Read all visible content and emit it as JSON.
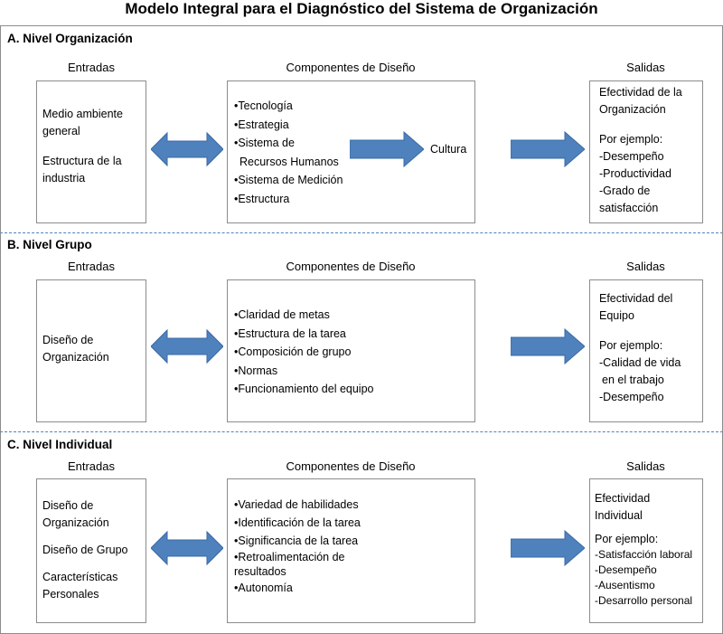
{
  "title": "Modelo Integral para el Diagnóstico  del Sistema de Organización",
  "sections": [
    {
      "title": "A. Nivel Organización",
      "inputs_header": "Entradas",
      "components_header": "Componentes de Diseño",
      "outputs_header": "Salidas",
      "inputs": [
        "Medio ambiente",
        "general",
        "",
        "Estructura de la",
        "industria"
      ],
      "components": [
        "•Tecnología",
        "•Estrategia",
        "•Sistema de",
        "  Recursos Humanos",
        "•Sistema de Medición",
        "•Estructura"
      ],
      "middle_label": "Cultura",
      "outputs": [
        "Efectividad de la",
        "Organización",
        "",
        "Por ejemplo:",
        "-Desempeño",
        "-Productividad",
        "-Grado de",
        "satisfacción"
      ]
    },
    {
      "title": "B. Nivel Grupo",
      "inputs_header": "Entradas",
      "components_header": "Componentes de Diseño",
      "outputs_header": "Salidas",
      "inputs": [
        "Diseño de",
        "Organización"
      ],
      "components": [
        "•Claridad de metas",
        "•Estructura de la tarea",
        "•Composición de grupo",
        "•Normas",
        "•Funcionamiento del equipo"
      ],
      "outputs": [
        "Efectividad del",
        "Equipo",
        "",
        "Por ejemplo:",
        "-Calidad de vida",
        " en el trabajo",
        "-Desempeño"
      ]
    },
    {
      "title": "C. Nivel Individual",
      "inputs_header": "Entradas",
      "components_header": "Componentes de Diseño",
      "outputs_header": "Salidas",
      "inputs": [
        "Diseño de",
        "Organización",
        "",
        "Diseño de Grupo",
        "",
        "Características",
        "Personales"
      ],
      "components": [
        "•Variedad de habilidades",
        "•Identificación de la tarea",
        "•Significancia de la tarea",
        "•Retroalimentación de",
        "resultados",
        "•Autonomía"
      ],
      "outputs": [
        "Efectividad",
        "Individual",
        "",
        "Por ejemplo:",
        "-Satisfacción laboral",
        "-Desempeño",
        "-Ausentismo",
        "-Desarrollo personal"
      ]
    }
  ],
  "colors": {
    "arrow": "#4f81bd",
    "divider": "#4f81bd",
    "box_border": "#8c8c8c"
  }
}
